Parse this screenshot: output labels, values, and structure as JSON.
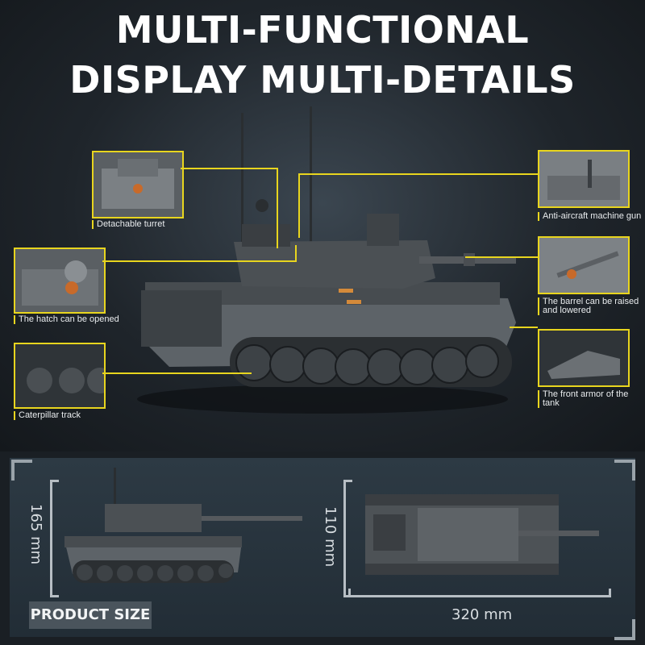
{
  "headline": {
    "line1": "MULTI-FUNCTIONAL",
    "line2": "DISPLAY MULTI-DETAILS"
  },
  "callouts": [
    {
      "caption": "Detachable turret",
      "icon": "turret-detail-photo"
    },
    {
      "caption": "The hatch can be opened",
      "icon": "hatch-detail-photo"
    },
    {
      "caption": "Caterpillar track",
      "icon": "track-detail-photo"
    },
    {
      "caption": "Anti-aircraft machine gun",
      "icon": "machine-gun-detail-photo"
    },
    {
      "caption": "The barrel can be raised and lowered",
      "icon": "barrel-detail-photo"
    },
    {
      "caption": "The front armor of the tank",
      "icon": "front-armor-detail-photo"
    }
  ],
  "product_size": {
    "label": "PRODUCT SIZE",
    "height": "165 mm",
    "width": "110 mm",
    "length": "320 mm"
  },
  "colors": {
    "accent": "#e8d51e",
    "tank": "#5d6368",
    "background": "#1a1f24"
  }
}
